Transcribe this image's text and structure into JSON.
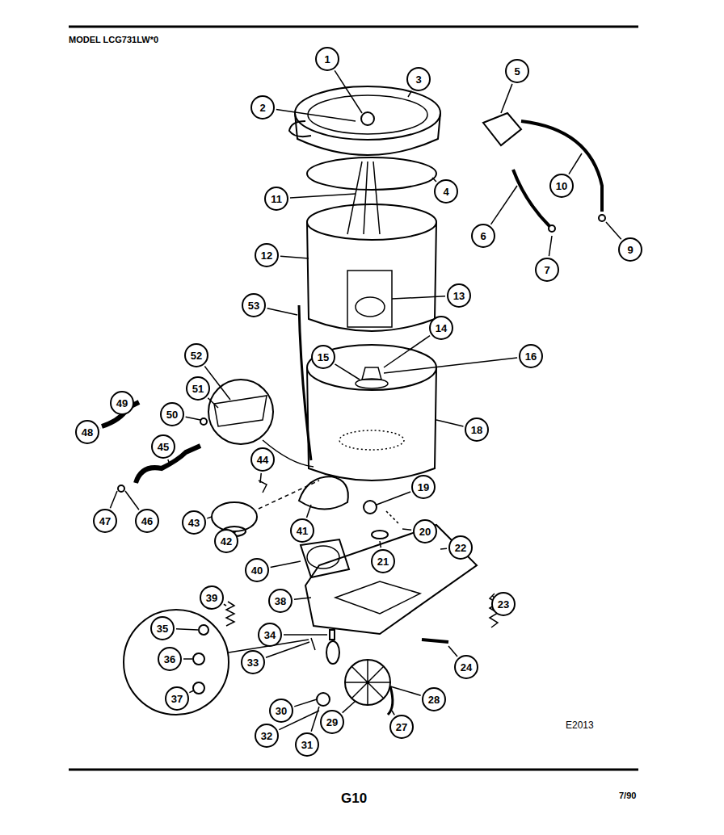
{
  "diagram": {
    "title": "MODEL LCG731LW*0",
    "nodes": [
      {
        "text": [
          "1"
        ]
      },
      {
        "text": [
          "2"
        ]
      },
      {
        "text": [
          "3"
        ]
      },
      {
        "text": [
          "4"
        ]
      },
      {
        "text": [
          "5"
        ]
      },
      {
        "text": [
          "6"
        ]
      },
      {
        "text": [
          "7"
        ]
      },
      {
        "text": [
          "9"
        ]
      },
      {
        "text": [
          "10"
        ]
      },
      {
        "text": [
          "11"
        ]
      },
      {
        "text": [
          "12"
        ]
      },
      {
        "text": [
          "13"
        ]
      },
      {
        "text": [
          "14"
        ]
      },
      {
        "text": [
          "15"
        ]
      },
      {
        "text": [
          "16"
        ]
      },
      {
        "text": [
          "18"
        ]
      },
      {
        "text": [
          "19"
        ]
      },
      {
        "text": [
          "20"
        ]
      },
      {
        "text": [
          "21"
        ]
      },
      {
        "text": [
          "22"
        ]
      },
      {
        "text": [
          "23"
        ]
      },
      {
        "text": [
          "24"
        ]
      },
      {
        "text": [
          "27"
        ]
      },
      {
        "text": [
          "28"
        ]
      },
      {
        "text": [
          "29"
        ]
      },
      {
        "text": [
          "30"
        ]
      },
      {
        "text": [
          "31"
        ]
      },
      {
        "text": [
          "32"
        ]
      },
      {
        "text": [
          "33"
        ]
      },
      {
        "text": [
          "34"
        ]
      },
      {
        "text": [
          "35"
        ]
      },
      {
        "text": [
          "36"
        ]
      },
      {
        "text": [
          "37"
        ]
      },
      {
        "text": [
          "38"
        ]
      },
      {
        "text": [
          "39"
        ]
      },
      {
        "text": [
          "40"
        ]
      },
      {
        "text": [
          "41"
        ]
      },
      {
        "text": [
          "42"
        ]
      },
      {
        "text": [
          "43"
        ]
      },
      {
        "text": [
          "44"
        ]
      },
      {
        "text": [
          "45"
        ]
      },
      {
        "text": [
          "46"
        ]
      },
      {
        "text": [
          "47"
        ]
      },
      {
        "text": [
          "48"
        ]
      },
      {
        "text": [
          "49"
        ]
      },
      {
        "text": [
          "50"
        ]
      },
      {
        "text": [
          "51"
        ]
      },
      {
        "text": [
          "52"
        ]
      },
      {
        "text": [
          "53"
        ]
      }
    ],
    "labels": [
      "E2013",
      "G10",
      "7/90"
    ]
  }
}
